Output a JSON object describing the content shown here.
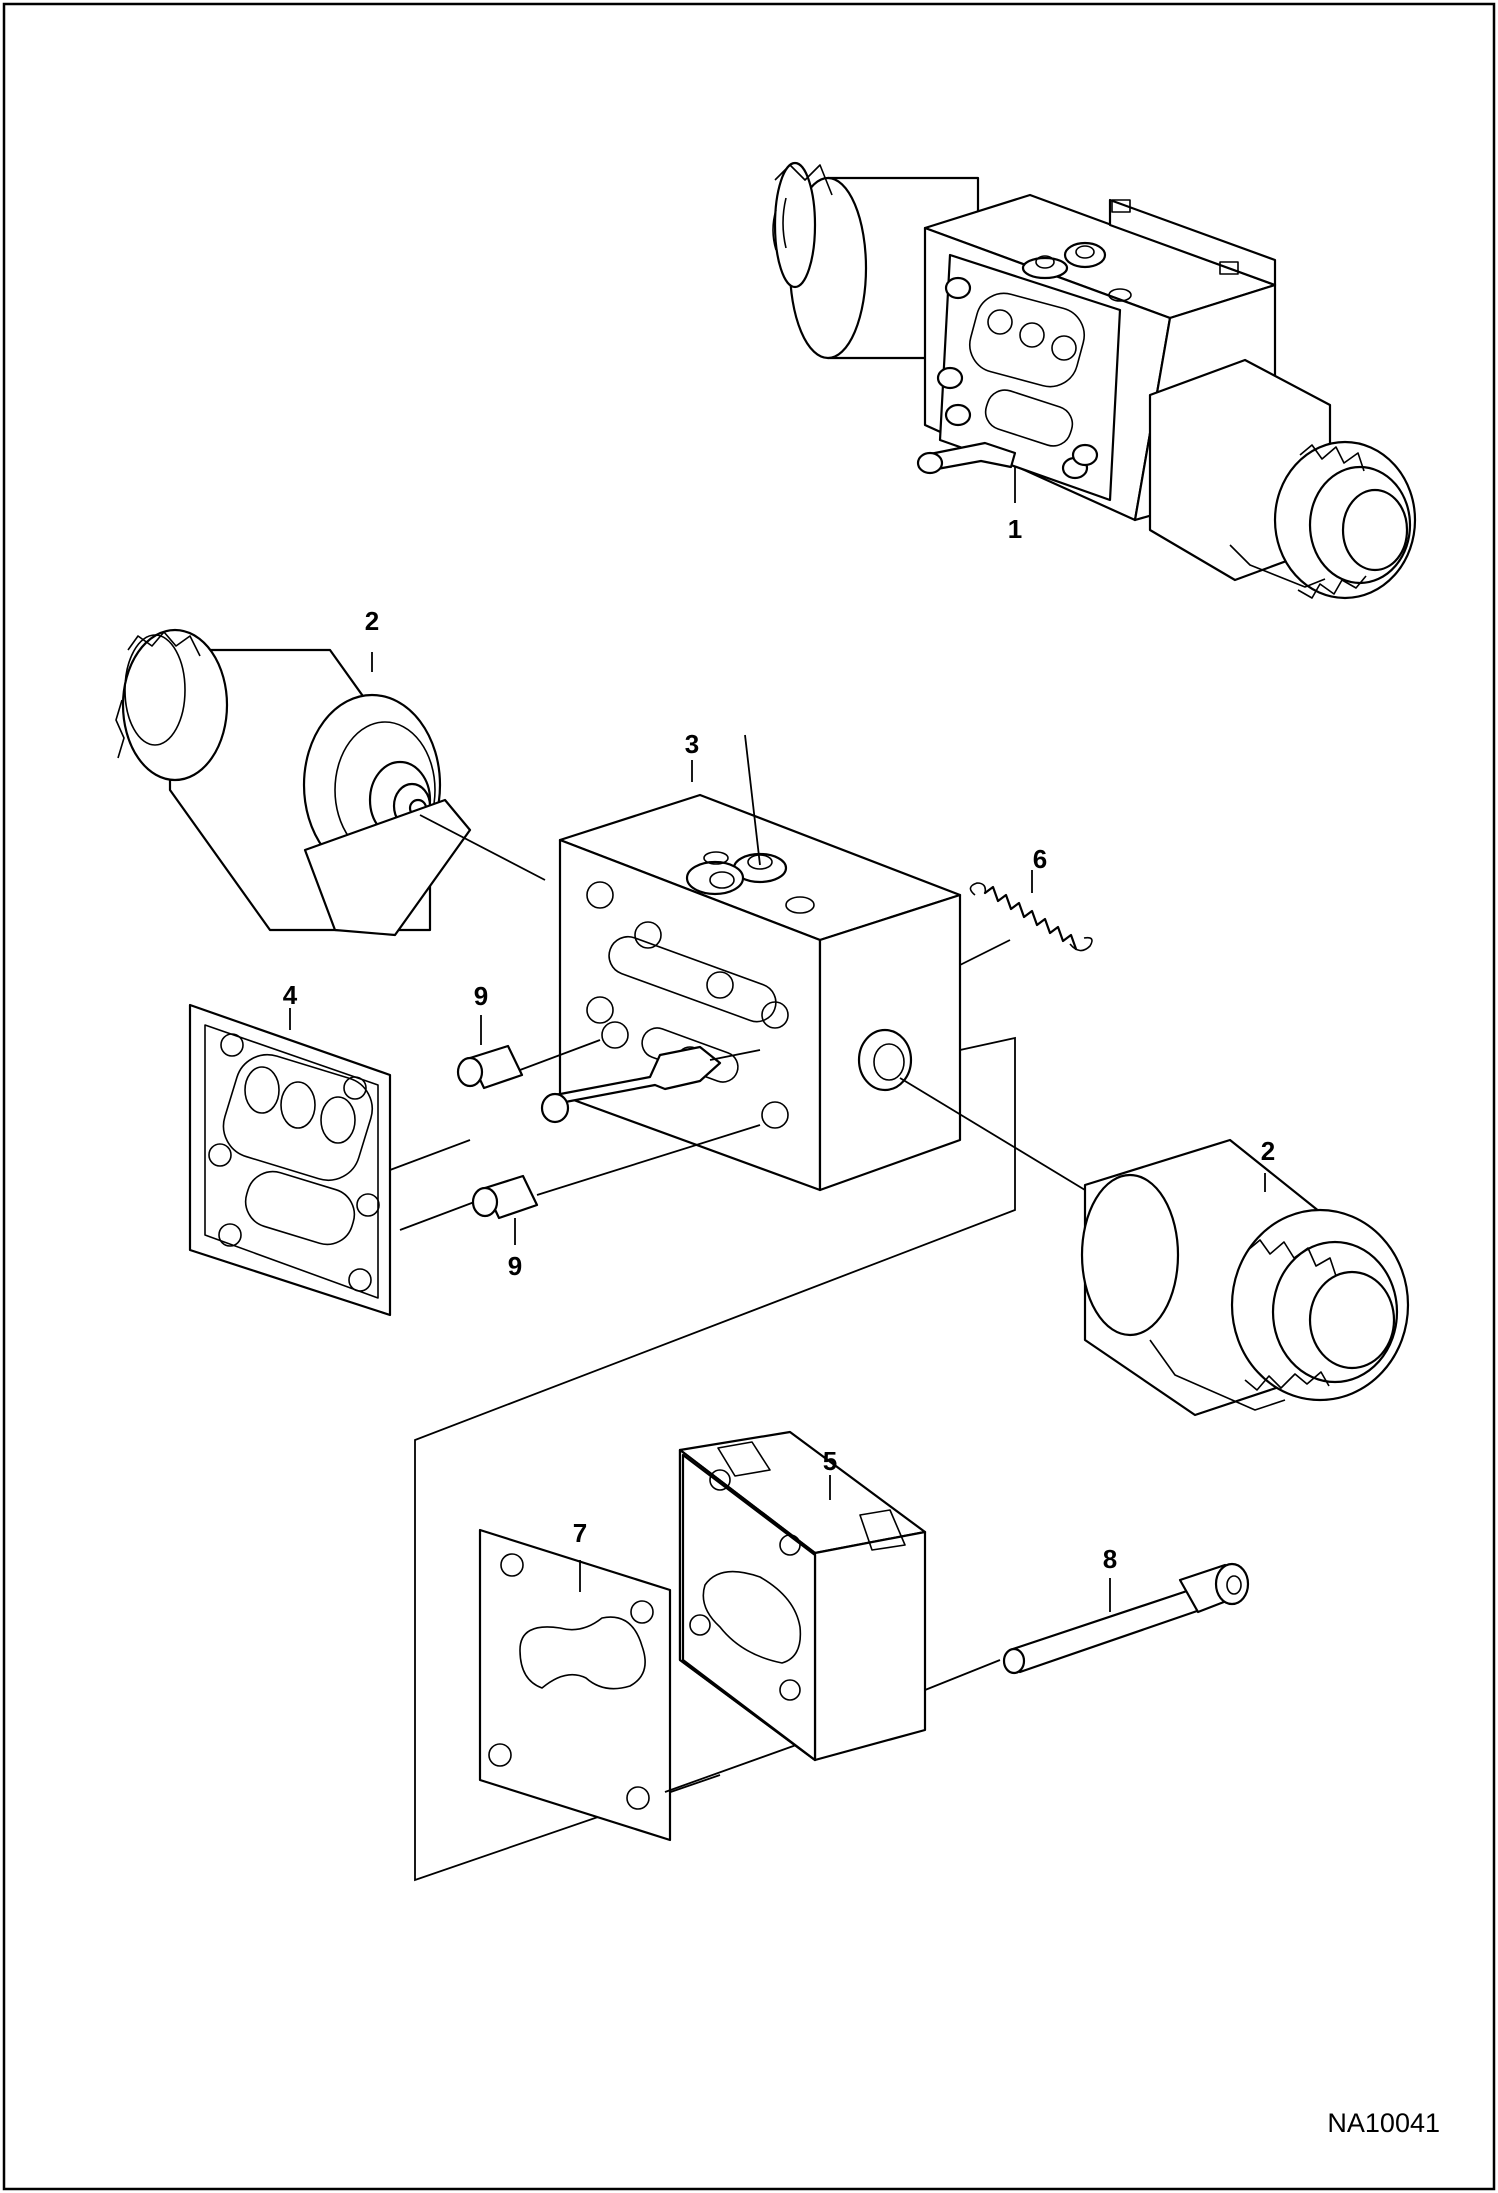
{
  "drawing": {
    "reference_code": "NA10041"
  },
  "callouts": [
    {
      "id": "c1",
      "text": "1"
    },
    {
      "id": "c2a",
      "text": "2"
    },
    {
      "id": "c2b",
      "text": "2"
    },
    {
      "id": "c3",
      "text": "3"
    },
    {
      "id": "c4",
      "text": "4"
    },
    {
      "id": "c5",
      "text": "5"
    },
    {
      "id": "c6",
      "text": "6"
    },
    {
      "id": "c7",
      "text": "7"
    },
    {
      "id": "c8",
      "text": "8"
    },
    {
      "id": "c9a",
      "text": "9"
    },
    {
      "id": "c9b",
      "text": "9"
    }
  ]
}
